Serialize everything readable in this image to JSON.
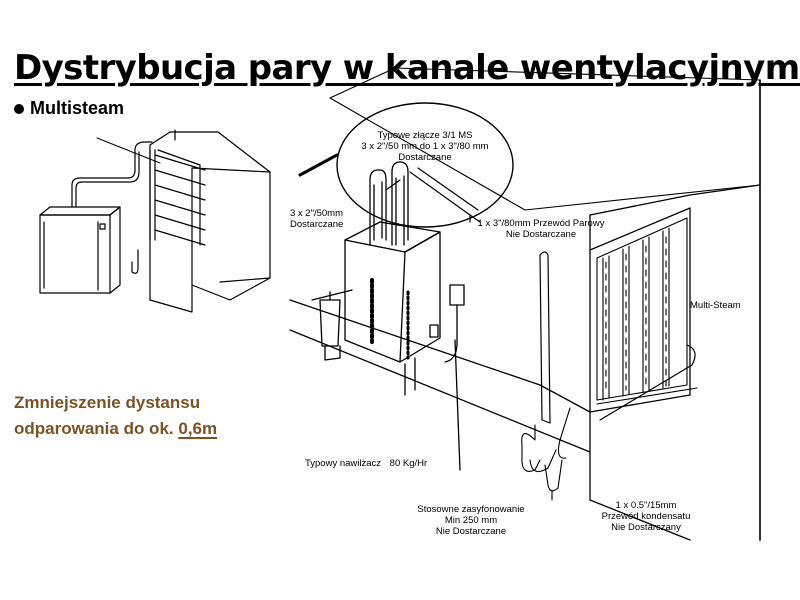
{
  "slide": {
    "title": "Dystrybucja pary w kanale wentylacyjnym:",
    "bullet": "Multisteam",
    "note_line1": "Zmniejszenie dystansu",
    "note_line2_prefix": "odparowania do ok. ",
    "note_line2_value": "0,6m"
  },
  "labels": {
    "connector_line1": "Typowe  złącze 3/1 MS",
    "connector_line2": "3 x 2\"/50 mm do 1 x 3\"/80 mm",
    "connector_line3": "Dostarczane",
    "hose_left_line1": "3 x 2\"/50mm",
    "hose_left_line2": "Dostarczane",
    "steam_pipe_line1": "1 x 3\"/80mm Przewód Parowy",
    "steam_pipe_line2": "Nie Dostarczane",
    "multisteam": "Multi-Steam",
    "humidifier_name": "Typowy nawilżacz",
    "humidifier_capacity": "80 Kg/Hr",
    "siphon_line1": "Stosowne zasyfonowanie",
    "siphon_line2": "Min 250 mm",
    "siphon_line3": "Nie Dostarczane",
    "condensate_line1": "1 x 0.5\"/15mm",
    "condensate_line2": "Przewód kondensatu",
    "condensate_line3": "Nie Dostarczany"
  },
  "colors": {
    "note_text": "#7b5224",
    "line_art": "#000000"
  }
}
